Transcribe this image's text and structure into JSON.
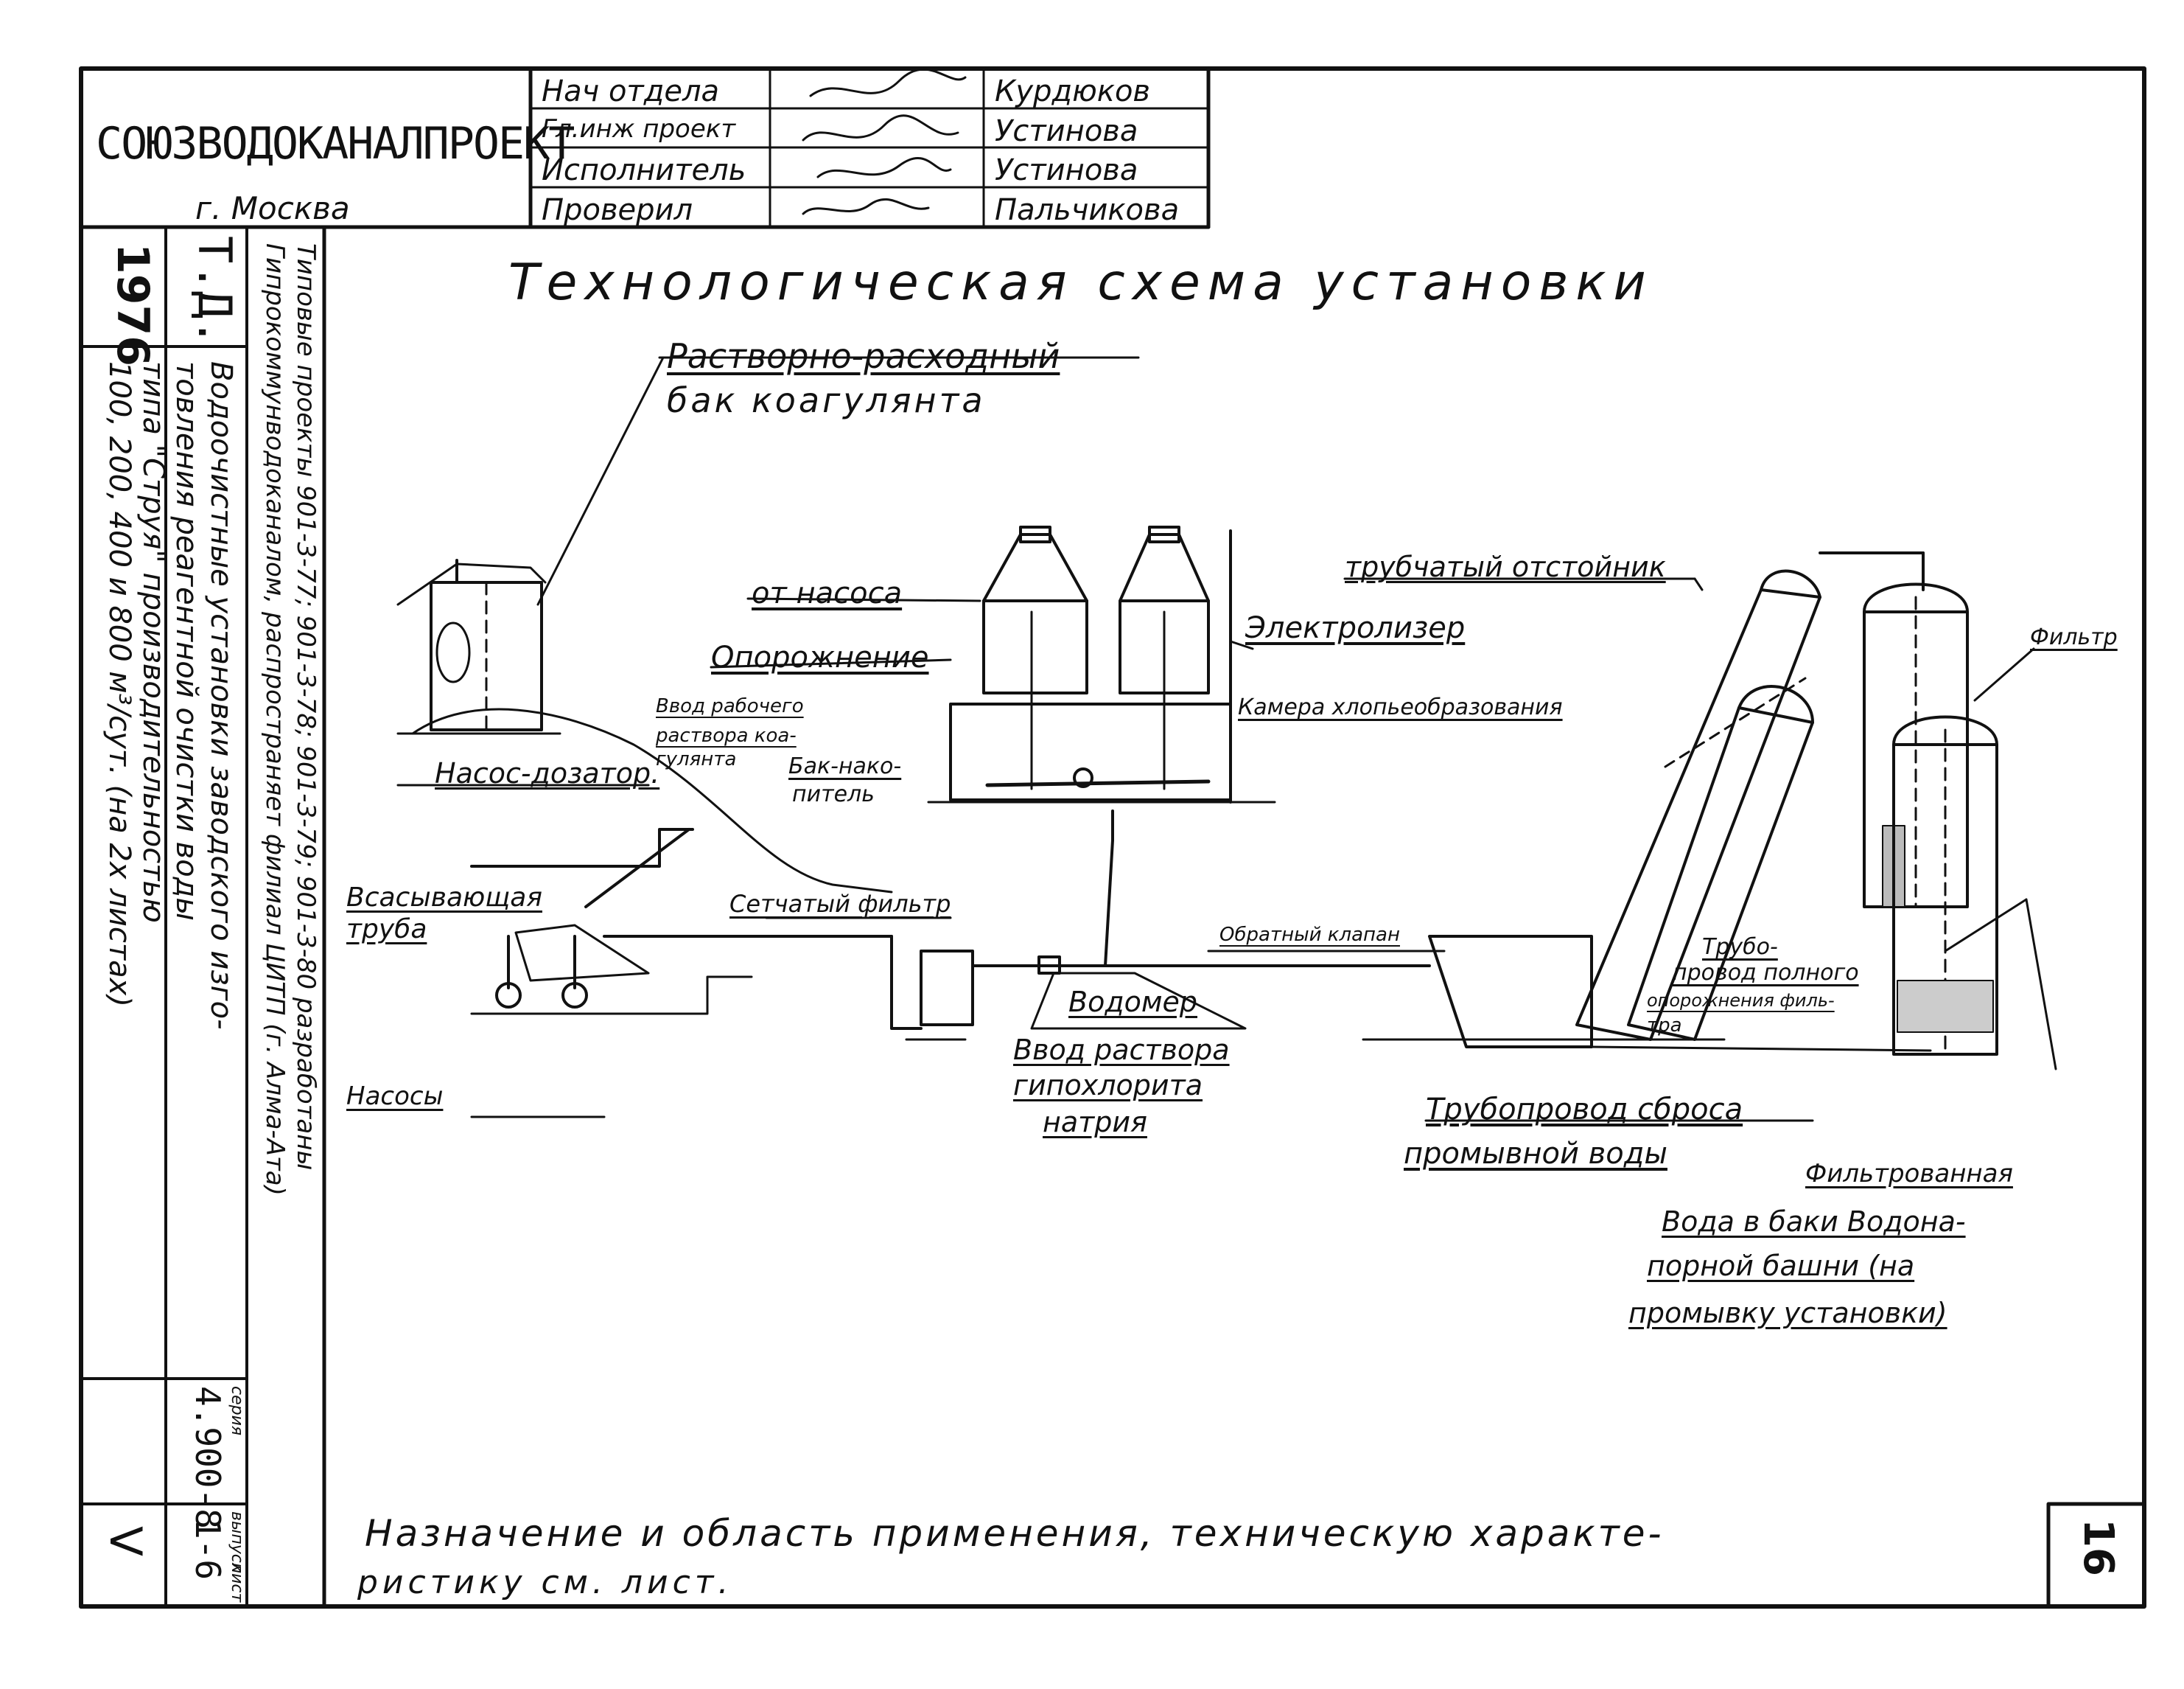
{
  "stamp": {
    "org": "СОЮЗВОДОКАНАЛПРОЕКТ",
    "city": "г. Москва",
    "rows": [
      {
        "role": "Нач отдела",
        "name": "Курдюков"
      },
      {
        "role": "Гл.инж проект",
        "name": "Устинова"
      },
      {
        "role": "Исполнитель",
        "name": "Устинова"
      },
      {
        "role": "Проверил",
        "name": "Пальчикова"
      }
    ]
  },
  "side": {
    "year": "1976",
    "doc_code": "Т.Д.",
    "series_label": "серия",
    "series": "4.900-8",
    "issue_label": "выпуск",
    "issue": "V",
    "sheet_label": "лист",
    "sheet": "1-6",
    "description_lines": [
      "Водоочистные установки заводского изго-",
      "товления реагентной очистки воды",
      "типа \"Струя\" производительностью",
      "100, 200, 400 и 800 м³/сут. (на 2х листах)"
    ],
    "notice_lines": [
      "Типовые проекты 901-3-77; 901-3-78; 901-3-79; 901-3-80 разработаны",
      "Гипрокоммунводоканалом, распространяет филиал ЦИТП (г. Алма-Ата)"
    ]
  },
  "title": "Технологическая схема установки",
  "labels": {
    "tank_1": "Растворно-расходный",
    "tank_2": "бак коагулянта",
    "from_pump": "от насоса",
    "drain": "Опорожнение",
    "electrolyzer": "Электролизер",
    "tube_settler": "трубчатый отстойник",
    "filter": "Фильтр",
    "floc_chamber": "Камера хлопьеобразования",
    "working_input_1": "Ввод рабочего",
    "working_input_2": "раствора коа-",
    "working_input_3": "гулянта",
    "dosing_pump": "Насос-дозатор.",
    "storage_1": "Бак-нако-",
    "storage_2": "питель",
    "suction_1": "Всасывающая",
    "suction_2": "труба",
    "mesh_filter": "Сетчатый фильтр",
    "check_valve": "Обратный клапан",
    "pumps": "Насосы",
    "water_meter": "Водомер",
    "hypochlorite_1": "Ввод раствора",
    "hypochlorite_2": "гипохлорита",
    "hypochlorite_3": "натрия",
    "drain_pipe_1": "Трубо-",
    "drain_pipe_2": "провод полного",
    "drain_pipe_3": "опорожнения филь-",
    "drain_pipe_4": "тра",
    "wash_discharge_1": "Трубопровод сброса",
    "wash_discharge_2": "промывной воды",
    "filtered_1": "Фильтрованная",
    "filtered_2": "Вода в баки Водона-",
    "filtered_3": "порной башни (на",
    "filtered_4": "промывку установки)"
  },
  "footer": {
    "line1": "Назначение и область применения, техническую характе-",
    "line2": "ристику см. лист.",
    "page_no": "16"
  }
}
